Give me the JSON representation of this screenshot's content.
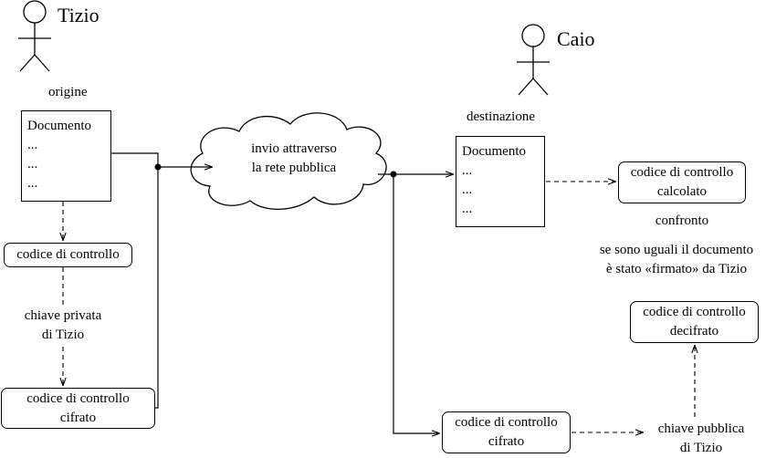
{
  "actors": {
    "sender": "Tizio",
    "receiver": "Caio"
  },
  "labels": {
    "origin": "origine",
    "destination": "destinazione",
    "private_key": [
      "chiave privata",
      "di Tizio"
    ],
    "public_key": [
      "chiave pubblica",
      "di Tizio"
    ],
    "compare": "confronto",
    "result": [
      "se sono uguali il documento",
      "è stato «firmato» da Tizio"
    ]
  },
  "documents": {
    "source": [
      "Documento",
      "...",
      "...",
      "..."
    ],
    "destination": [
      "Documento",
      "...",
      "...",
      "..."
    ]
  },
  "network": [
    "invio attraverso",
    "la rete pubblica"
  ],
  "boxes": {
    "checksum": [
      "codice di controllo"
    ],
    "encrypted_left": [
      "codice di controllo",
      "cifrato"
    ],
    "encrypted_right": [
      "codice di controllo",
      "cifrato"
    ],
    "computed": [
      "codice di controllo",
      "calcolato"
    ],
    "decrypted": [
      "codice di controllo",
      "decifrato"
    ]
  }
}
